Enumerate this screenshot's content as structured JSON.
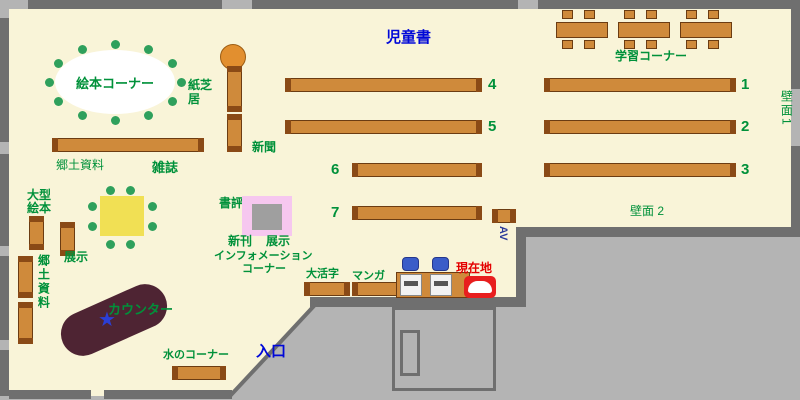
{
  "palette": {
    "floor": "#f9f4d8",
    "wall": "#6f6f6f",
    "background": "#b4b4b4",
    "shelf": "#cf8a3b",
    "shelf_end": "#8a4a16",
    "green_label": "#00913a",
    "blue_label": "#0008d8",
    "red_label": "#e40000",
    "counter": "#4e2433",
    "table_yellow": "#f1e054",
    "display_pink": "#f6c7ef",
    "seat_green": "#2fa05c",
    "stool_blue": "#3a5cc8"
  },
  "labels": {
    "picture_book_corner": "絵本コーナー",
    "kamishibai": "紙芝居",
    "newspaper": "新聞",
    "local_materials": "郷土資料",
    "magazines": "雑誌",
    "large_picture_book_1": "大型",
    "large_picture_book_2": "絵本",
    "display_left": "展示",
    "local_materials_vertical": "郷土資料",
    "book_review": "書評",
    "new_arrivals": "新刊",
    "display_center": "展示",
    "information_1": "インフォメーション",
    "information_2": "コーナー",
    "childrens_books": "児童書",
    "study_corner": "学習コーナー",
    "wall_1": "壁面1",
    "wall_2": "壁面 2",
    "av": "AV",
    "large_print": "大活字",
    "manga": "マンガ",
    "current_location": "現在地",
    "counter": "カウンター",
    "counter_star": "★",
    "water_corner": "水のコーナー",
    "entrance": "入口"
  },
  "shelf_numbers": {
    "n1": "1",
    "n2": "2",
    "n3": "3",
    "n4": "4",
    "n5": "5",
    "n6": "6",
    "n7": "7"
  }
}
